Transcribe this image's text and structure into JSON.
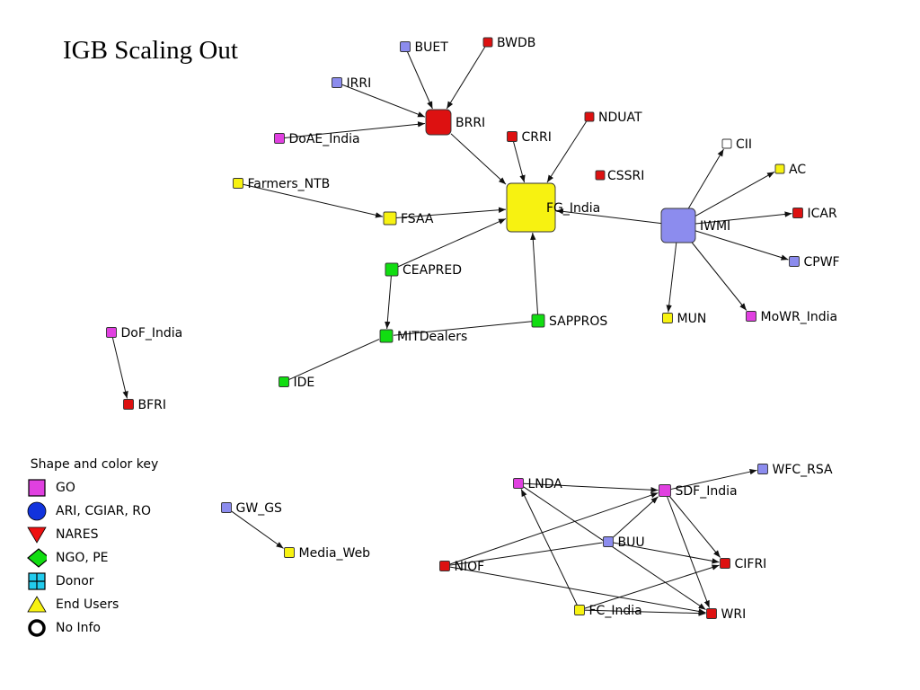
{
  "title": "IGB Scaling Out",
  "colors": {
    "GO": "#e040e0",
    "ARI": "#8c8cee",
    "NARES": "#dd1111",
    "NGO": "#11dd11",
    "EndUsers": "#f7f211",
    "NoInfo": "#ffffff",
    "edge": "#111111"
  },
  "nodes": [
    {
      "id": "BUET",
      "label": "BUET",
      "category": "ARI"
    },
    {
      "id": "BWDB",
      "label": "BWDB",
      "category": "NARES"
    },
    {
      "id": "IRRI",
      "label": "IRRI",
      "category": "ARI"
    },
    {
      "id": "BRRI",
      "label": "BRRI",
      "category": "NARES"
    },
    {
      "id": "DoAE_India",
      "label": "DoAE_India",
      "category": "GO"
    },
    {
      "id": "NDUAT",
      "label": "NDUAT",
      "category": "NARES"
    },
    {
      "id": "CRRI",
      "label": "CRRI",
      "category": "NARES"
    },
    {
      "id": "CSSRI",
      "label": "CSSRI",
      "category": "NARES"
    },
    {
      "id": "FG_India",
      "label": "FG_India",
      "category": "EndUsers"
    },
    {
      "id": "Farmers_NTB",
      "label": "Farmers_NTB",
      "category": "EndUsers"
    },
    {
      "id": "FSAA",
      "label": "FSAA",
      "category": "EndUsers"
    },
    {
      "id": "CII",
      "label": "CII",
      "category": "NoInfo"
    },
    {
      "id": "AC",
      "label": "AC",
      "category": "EndUsers"
    },
    {
      "id": "IWMI",
      "label": "IWMI",
      "category": "ARI"
    },
    {
      "id": "ICAR",
      "label": "ICAR",
      "category": "NARES"
    },
    {
      "id": "CPWF",
      "label": "CPWF",
      "category": "ARI"
    },
    {
      "id": "CEAPRED",
      "label": "CEAPRED",
      "category": "NGO"
    },
    {
      "id": "SAPPROS",
      "label": "SAPPROS",
      "category": "NGO"
    },
    {
      "id": "MITDealers",
      "label": "MITDealers",
      "category": "NGO"
    },
    {
      "id": "MUN",
      "label": "MUN",
      "category": "EndUsers"
    },
    {
      "id": "MoWR_India",
      "label": "MoWR_India",
      "category": "GO"
    },
    {
      "id": "IDE",
      "label": "IDE",
      "category": "NGO"
    },
    {
      "id": "DoF_India",
      "label": "DoF_India",
      "category": "GO"
    },
    {
      "id": "BFRI",
      "label": "BFRI",
      "category": "NARES"
    },
    {
      "id": "GW_GS",
      "label": "GW_GS",
      "category": "ARI"
    },
    {
      "id": "Media_Web",
      "label": "Media_Web",
      "category": "EndUsers"
    },
    {
      "id": "LNDA",
      "label": "LNDA",
      "category": "GO"
    },
    {
      "id": "SDF_India",
      "label": "SDF_India",
      "category": "GO"
    },
    {
      "id": "WFC_RSA",
      "label": "WFC_RSA",
      "category": "ARI"
    },
    {
      "id": "BUU",
      "label": "BUU",
      "category": "ARI"
    },
    {
      "id": "NIOF",
      "label": "NIOF",
      "category": "NARES"
    },
    {
      "id": "CIFRI",
      "label": "CIFRI",
      "category": "NARES"
    },
    {
      "id": "FC_India",
      "label": "FC_India",
      "category": "EndUsers"
    },
    {
      "id": "WRI",
      "label": "WRI",
      "category": "NARES"
    }
  ],
  "edges": [
    {
      "from": "BUET",
      "to": "BRRI"
    },
    {
      "from": "BWDB",
      "to": "BRRI"
    },
    {
      "from": "IRRI",
      "to": "BRRI"
    },
    {
      "from": "DoAE_India",
      "to": "BRRI"
    },
    {
      "from": "BRRI",
      "to": "FG_India"
    },
    {
      "from": "CRRI",
      "to": "FG_India"
    },
    {
      "from": "NDUAT",
      "to": "FG_India"
    },
    {
      "from": "FSAA",
      "to": "FG_India"
    },
    {
      "from": "Farmers_NTB",
      "to": "FSAA"
    },
    {
      "from": "CEAPRED",
      "to": "FG_India"
    },
    {
      "from": "SAPPROS",
      "to": "FG_India"
    },
    {
      "from": "IWMI",
      "to": "FG_India"
    },
    {
      "from": "IWMI",
      "to": "CII"
    },
    {
      "from": "IWMI",
      "to": "AC"
    },
    {
      "from": "IWMI",
      "to": "ICAR"
    },
    {
      "from": "IWMI",
      "to": "CPWF"
    },
    {
      "from": "IWMI",
      "to": "MUN"
    },
    {
      "from": "IWMI",
      "to": "MoWR_India"
    },
    {
      "from": "CEAPRED",
      "to": "MITDealers"
    },
    {
      "from": "SAPPROS",
      "to": "MITDealers",
      "arrow": false
    },
    {
      "from": "IDE",
      "to": "MITDealers",
      "arrow": false
    },
    {
      "from": "DoF_India",
      "to": "BFRI"
    },
    {
      "from": "GW_GS",
      "to": "Media_Web"
    },
    {
      "from": "LNDA",
      "to": "SDF_India"
    },
    {
      "from": "LNDA",
      "to": "WRI"
    },
    {
      "from": "SDF_India",
      "to": "WFC_RSA"
    },
    {
      "from": "SDF_India",
      "to": "CIFRI"
    },
    {
      "from": "SDF_India",
      "to": "WRI"
    },
    {
      "from": "BUU",
      "to": "SDF_India"
    },
    {
      "from": "BUU",
      "to": "CIFRI"
    },
    {
      "from": "NIOF",
      "to": "SDF_India"
    },
    {
      "from": "NIOF",
      "to": "BUU",
      "arrow": false
    },
    {
      "from": "NIOF",
      "to": "WRI"
    },
    {
      "from": "FC_India",
      "to": "LNDA"
    },
    {
      "from": "FC_India",
      "to": "CIFRI"
    },
    {
      "from": "FC_India",
      "to": "WRI"
    }
  ],
  "legend": {
    "title": "Shape and color key",
    "items": [
      {
        "label": "GO",
        "symbol": "square",
        "color": "#e040e0"
      },
      {
        "label": "ARI, CGIAR, RO",
        "symbol": "circle",
        "color": "#1133dd"
      },
      {
        "label": "NARES",
        "symbol": "triangle-down",
        "color": "#ee1111"
      },
      {
        "label": "NGO, PE",
        "symbol": "diamond",
        "color": "#11dd11"
      },
      {
        "label": "Donor",
        "symbol": "box-cross",
        "color": "#22ccee"
      },
      {
        "label": "End Users",
        "symbol": "triangle-up",
        "color": "#f7f211"
      },
      {
        "label": "No Info",
        "symbol": "circle-hollow",
        "color": "#000000"
      }
    ]
  }
}
